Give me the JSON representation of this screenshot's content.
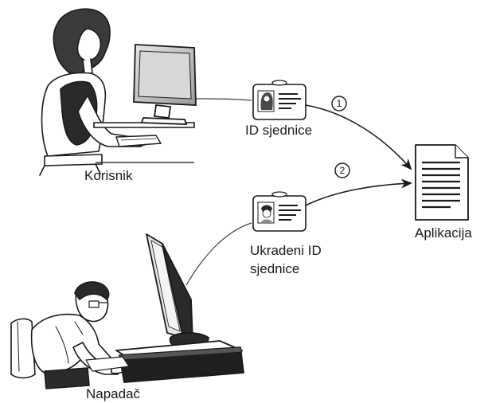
{
  "nodes": {
    "user": {
      "label": "Korisnik"
    },
    "attacker": {
      "label": "Napadač"
    },
    "application": {
      "label": "Aplikacija"
    }
  },
  "cards": {
    "session_id": {
      "label": "ID sjednice"
    },
    "stolen_id": {
      "line1": "Ukradeni ID",
      "line2": "sjednice"
    }
  },
  "steps": [
    {
      "number": "1"
    },
    {
      "number": "2"
    }
  ],
  "colors": {
    "ink": "#1a1a1a",
    "line": "#444444",
    "skin": "#ffffff",
    "dark": "#2a2a2a",
    "gray": "#8a8a8a"
  }
}
